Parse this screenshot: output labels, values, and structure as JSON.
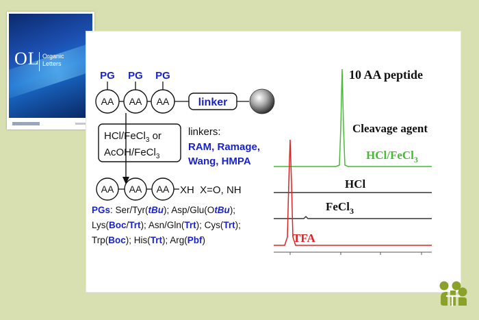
{
  "journal_cover": {
    "abbrev": "OL",
    "name_line1": "Organic",
    "name_line2": "Letters"
  },
  "scheme": {
    "pg_labels": [
      "PG",
      "PG",
      "PG"
    ],
    "aa_label": "AA",
    "linker_label": "linker",
    "reagent_line1": "HCl/FeCl",
    "reagent_line1_sub": "3",
    "reagent_line1_tail": " or",
    "reagent_line2": "AcOH/FeCl",
    "reagent_line2_sub": "3",
    "linkers_heading": "linkers:",
    "linkers_line1": "RAM, Ramage,",
    "linkers_line2": "Wang, HMPA",
    "product_tail": "XH  X=O, NH",
    "pgs_line1": [
      {
        "t": "PGs",
        "c": "blue"
      },
      {
        "t": ":  Ser/Tyr(",
        "c": "black"
      },
      {
        "t": "tBu",
        "c": "blue"
      },
      {
        "t": ");  Asp/Glu(O",
        "c": "black"
      },
      {
        "t": "tBu",
        "c": "blue"
      },
      {
        "t": ");",
        "c": "black"
      }
    ],
    "pgs_line2": [
      {
        "t": "Lys(",
        "c": "black"
      },
      {
        "t": "Boc",
        "c": "blue"
      },
      {
        "t": "/",
        "c": "black"
      },
      {
        "t": "Trt",
        "c": "blue"
      },
      {
        "t": "); Asn/Gln(",
        "c": "black"
      },
      {
        "t": "Trt",
        "c": "blue"
      },
      {
        "t": "); Cys(",
        "c": "black"
      },
      {
        "t": "Trt",
        "c": "blue"
      },
      {
        "t": ");",
        "c": "black"
      }
    ],
    "pgs_line3": [
      {
        "t": "Trp(",
        "c": "black"
      },
      {
        "t": "Boc",
        "c": "blue"
      },
      {
        "t": "); His(",
        "c": "black"
      },
      {
        "t": "Trt",
        "c": "blue"
      },
      {
        "t": "); Arg(",
        "c": "black"
      },
      {
        "t": "Pbf",
        "c": "blue"
      },
      {
        "t": ")",
        "c": "black"
      }
    ]
  },
  "chromatogram": {
    "title": "10 AA peptide",
    "subtitle": "Cleavage agent",
    "traces": [
      {
        "label": "HCl/FeCl",
        "sub": "3",
        "color": "#44bb33"
      },
      {
        "label": "HCl",
        "sub": "",
        "color": "#111111"
      },
      {
        "label": "FeCl",
        "sub": "3",
        "color": "#111111"
      },
      {
        "label": "TFA",
        "sub": "",
        "color": "#dd2222"
      }
    ]
  },
  "colors": {
    "background": "#d8dfb0",
    "blue": "#1a22cc",
    "green": "#44bb33",
    "red": "#dd2222",
    "badge": "#8aa12a"
  }
}
